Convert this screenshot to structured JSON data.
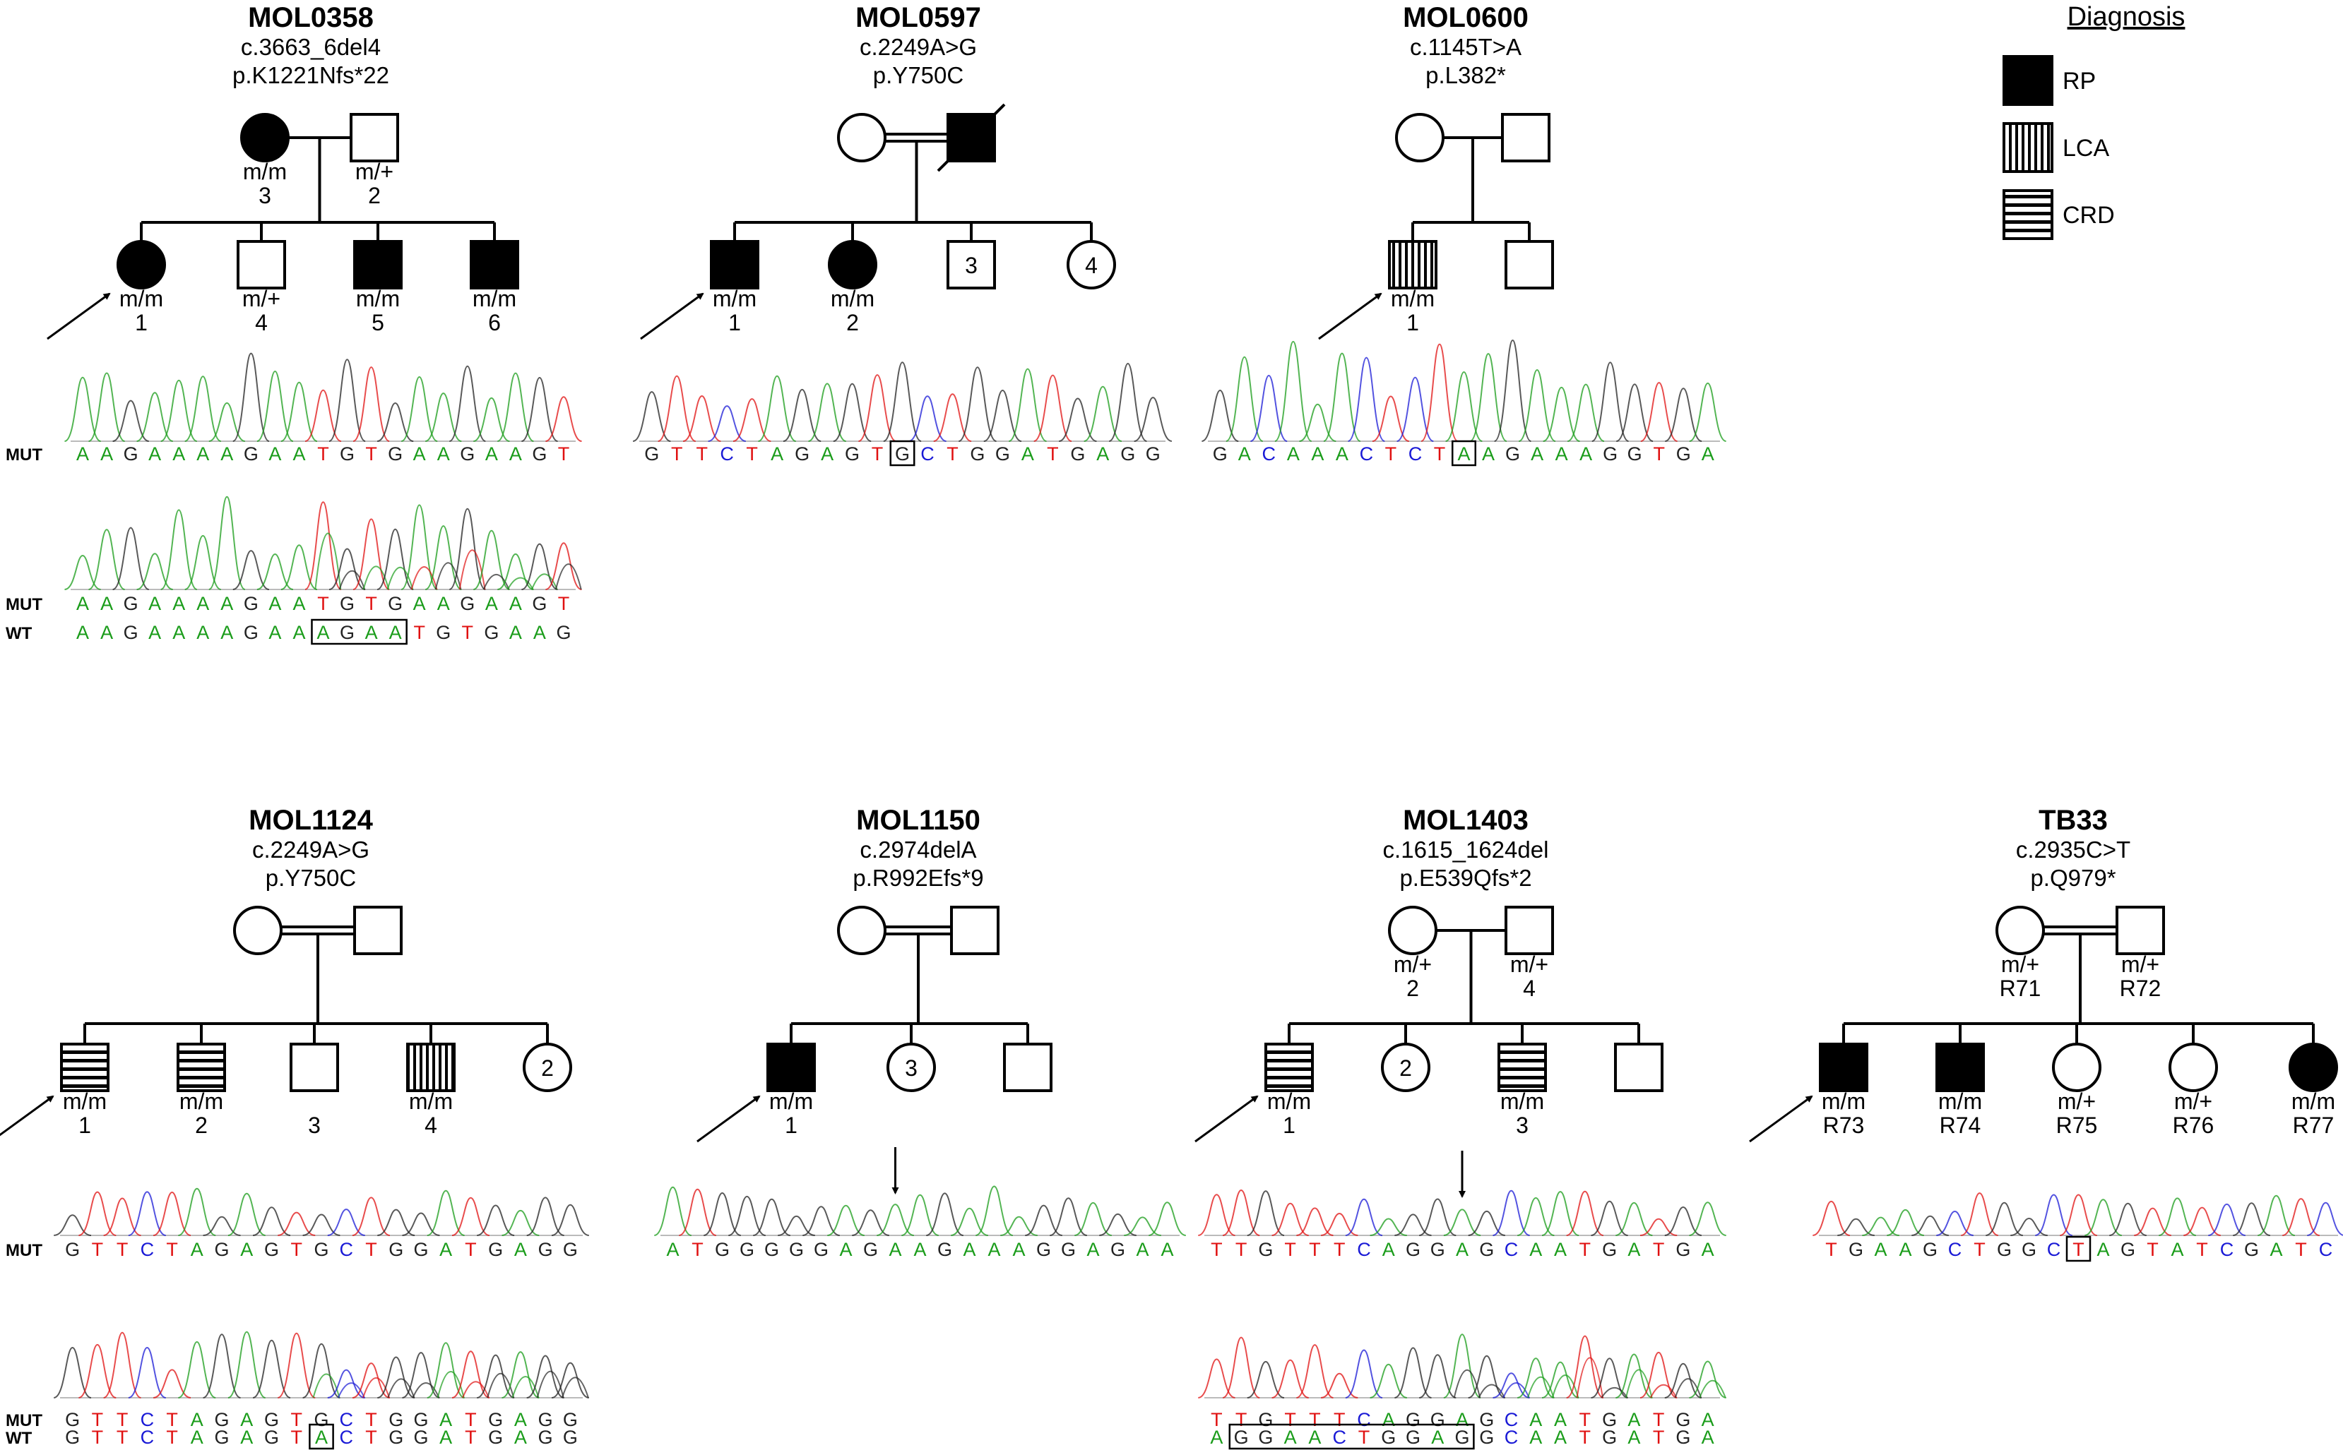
{
  "colors": {
    "A": "#1a9c1a",
    "C": "#1a1ad6",
    "G": "#222222",
    "T": "#e01010",
    "N": "#222222"
  },
  "legend": {
    "title": "Diagnosis",
    "items": [
      {
        "label": "RP",
        "pattern": "solid"
      },
      {
        "label": "LCA",
        "pattern": "vstripe"
      },
      {
        "label": "CRD",
        "pattern": "hstripe"
      }
    ]
  },
  "families": [
    {
      "id": "MOL0358",
      "mutation": [
        "c.3663_6del4",
        "p.K1221Nfs*22"
      ],
      "mother": {
        "sex": "F",
        "affected": "solid",
        "genotype": "m/m",
        "label": "3"
      },
      "father": {
        "sex": "M",
        "affected": "none",
        "genotype": "m/+",
        "label": "2"
      },
      "consanguineous": false,
      "children": [
        {
          "sex": "F",
          "affected": "solid",
          "proband": true,
          "genotype": "m/m",
          "label": "1"
        },
        {
          "sex": "M",
          "affected": "none",
          "genotype": "m/+",
          "label": "4"
        },
        {
          "sex": "M",
          "affected": "solid",
          "genotype": "m/m",
          "label": "5"
        },
        {
          "sex": "M",
          "affected": "solid",
          "genotype": "m/m",
          "label": "6"
        }
      ],
      "traces": [
        {
          "rows": [
            {
              "label": "MUT",
              "seq": "AAGAAAAGAATGTGAAGAAGT",
              "box": null
            }
          ]
        },
        {
          "rows": [
            {
              "label": "MUT",
              "seq": "AAGAAAAGAATGTGAAGAAGT",
              "box": null
            },
            {
              "label": "WT",
              "seq": "AAGAAAAGAAAGAATGTGAAG",
              "box": [
                10,
                13
              ]
            }
          ]
        }
      ]
    },
    {
      "id": "MOL0597",
      "mutation": [
        "c.2249A>G",
        "p.Y750C"
      ],
      "mother": {
        "sex": "F",
        "affected": "none",
        "genotype": "",
        "label": ""
      },
      "father": {
        "sex": "M",
        "affected": "solid",
        "deceased": true,
        "genotype": "",
        "label": ""
      },
      "consanguineous": true,
      "children": [
        {
          "sex": "M",
          "affected": "solid",
          "proband": true,
          "genotype": "m/m",
          "label": "1"
        },
        {
          "sex": "F",
          "affected": "solid",
          "genotype": "m/m",
          "label": "2"
        },
        {
          "sex": "M",
          "affected": "none",
          "inner": "3",
          "genotype": "",
          "label": ""
        },
        {
          "sex": "F",
          "affected": "none",
          "inner": "4",
          "genotype": "",
          "label": ""
        }
      ],
      "traces": [
        {
          "rows": [
            {
              "label": "",
              "seq": "GTTCTAGAGTGCTGGATGAGG",
              "box": [
                10,
                10
              ]
            }
          ]
        }
      ]
    },
    {
      "id": "MOL0600",
      "mutation": [
        "c.1145T>A",
        "p.L382*"
      ],
      "mother": {
        "sex": "F",
        "affected": "none",
        "genotype": "",
        "label": ""
      },
      "father": {
        "sex": "M",
        "affected": "none",
        "genotype": "",
        "label": ""
      },
      "consanguineous": false,
      "children": [
        {
          "sex": "M",
          "affected": "vstripe",
          "proband": true,
          "genotype": "m/m",
          "label": "1"
        },
        {
          "sex": "M",
          "affected": "none",
          "genotype": "",
          "label": ""
        }
      ],
      "traces": [
        {
          "rows": [
            {
              "label": "",
              "seq": "GACAAACTCTAAGAAAGGTGA",
              "box": [
                10,
                10
              ]
            }
          ]
        }
      ]
    },
    {
      "id": "MOL1124",
      "mutation": [
        "c.2249A>G",
        "p.Y750C"
      ],
      "mother": {
        "sex": "F",
        "affected": "none",
        "genotype": "",
        "label": ""
      },
      "father": {
        "sex": "M",
        "affected": "none",
        "genotype": "",
        "label": ""
      },
      "consanguineous": true,
      "children": [
        {
          "sex": "M",
          "affected": "hstripe",
          "proband": true,
          "genotype": "m/m",
          "label": "1"
        },
        {
          "sex": "M",
          "affected": "hstripe",
          "genotype": "m/m",
          "label": "2"
        },
        {
          "sex": "M",
          "affected": "none",
          "genotype": "",
          "label": "3"
        },
        {
          "sex": "M",
          "affected": "vstripe",
          "genotype": "m/m",
          "label": "4"
        },
        {
          "sex": "F",
          "affected": "none",
          "inner": "2",
          "genotype": "",
          "label": ""
        }
      ],
      "traces": [
        {
          "rows": [
            {
              "label": "MUT",
              "seq": "GTTCTAGAGTGCTGGATGAGG",
              "box": null
            }
          ]
        },
        {
          "rows": [
            {
              "label": "MUT",
              "seq": "GTTCTAGAGTGCTGGATGAGG",
              "box": null
            },
            {
              "label": "WT",
              "seq": "GTTCTAGAGTACTGGATGAGG",
              "box": [
                10,
                10
              ]
            }
          ]
        }
      ]
    },
    {
      "id": "MOL1150",
      "mutation": [
        "c.2974delA",
        "p.R992Efs*9"
      ],
      "mother": {
        "sex": "F",
        "affected": "none",
        "genotype": "",
        "label": ""
      },
      "father": {
        "sex": "M",
        "affected": "none",
        "genotype": "",
        "label": ""
      },
      "consanguineous": true,
      "children": [
        {
          "sex": "M",
          "affected": "solid",
          "proband": true,
          "genotype": "m/m",
          "label": "1"
        },
        {
          "sex": "F",
          "affected": "none",
          "inner": "3",
          "genotype": "",
          "label": ""
        },
        {
          "sex": "M",
          "affected": "none",
          "genotype": "",
          "label": ""
        }
      ],
      "traces": [
        {
          "rows": [
            {
              "label": "",
              "seq": "ATGGGGGAGAAGAAAGGAGAA",
              "box": null
            }
          ],
          "arrowAt": 9
        }
      ]
    },
    {
      "id": "MOL1403",
      "mutation": [
        "c.1615_1624del",
        "p.E539Qfs*2"
      ],
      "mother": {
        "sex": "F",
        "affected": "none",
        "genotype": "m/+",
        "label": "2"
      },
      "father": {
        "sex": "M",
        "affected": "none",
        "genotype": "m/+",
        "label": "4"
      },
      "consanguineous": false,
      "children": [
        {
          "sex": "M",
          "affected": "hstripe",
          "proband": true,
          "genotype": "m/m",
          "label": "1"
        },
        {
          "sex": "F",
          "affected": "none",
          "inner": "2",
          "genotype": "",
          "label": ""
        },
        {
          "sex": "M",
          "affected": "hstripe",
          "genotype": "m/m",
          "label": "3"
        },
        {
          "sex": "M",
          "affected": "none",
          "genotype": "",
          "label": ""
        }
      ],
      "traces": [
        {
          "rows": [
            {
              "label": "",
              "seq": "TTGTTTCAGGAGCAATGATGA",
              "box": null
            }
          ],
          "arrowAt": 10
        },
        {
          "rows": [
            {
              "label": "",
              "seq": "TTGTTTCAGGAGCAATGATGA",
              "box": null
            },
            {
              "label": "",
              "seq": "AGGAACTGGAGGCAATGATGA",
              "box": [
                1,
                10
              ]
            }
          ]
        }
      ]
    },
    {
      "id": "TB33",
      "mutation": [
        "c.2935C>T",
        "p.Q979*"
      ],
      "mother": {
        "sex": "F",
        "affected": "none",
        "genotype": "m/+",
        "label": "R71"
      },
      "father": {
        "sex": "M",
        "affected": "none",
        "genotype": "m/+",
        "label": "R72"
      },
      "consanguineous": true,
      "children": [
        {
          "sex": "M",
          "affected": "solid",
          "proband": true,
          "genotype": "m/m",
          "label": "R73"
        },
        {
          "sex": "M",
          "affected": "solid",
          "genotype": "m/m",
          "label": "R74"
        },
        {
          "sex": "F",
          "affected": "none",
          "genotype": "m/+",
          "label": "R75"
        },
        {
          "sex": "F",
          "affected": "none",
          "genotype": "m/+",
          "label": "R76"
        },
        {
          "sex": "F",
          "affected": "solid",
          "genotype": "m/m",
          "label": "R77"
        }
      ],
      "traces": [
        {
          "rows": [
            {
              "label": "",
              "seq": "TGAAGCTGGCTAGTATCGATC",
              "box": [
                10,
                10
              ]
            }
          ]
        }
      ]
    }
  ]
}
